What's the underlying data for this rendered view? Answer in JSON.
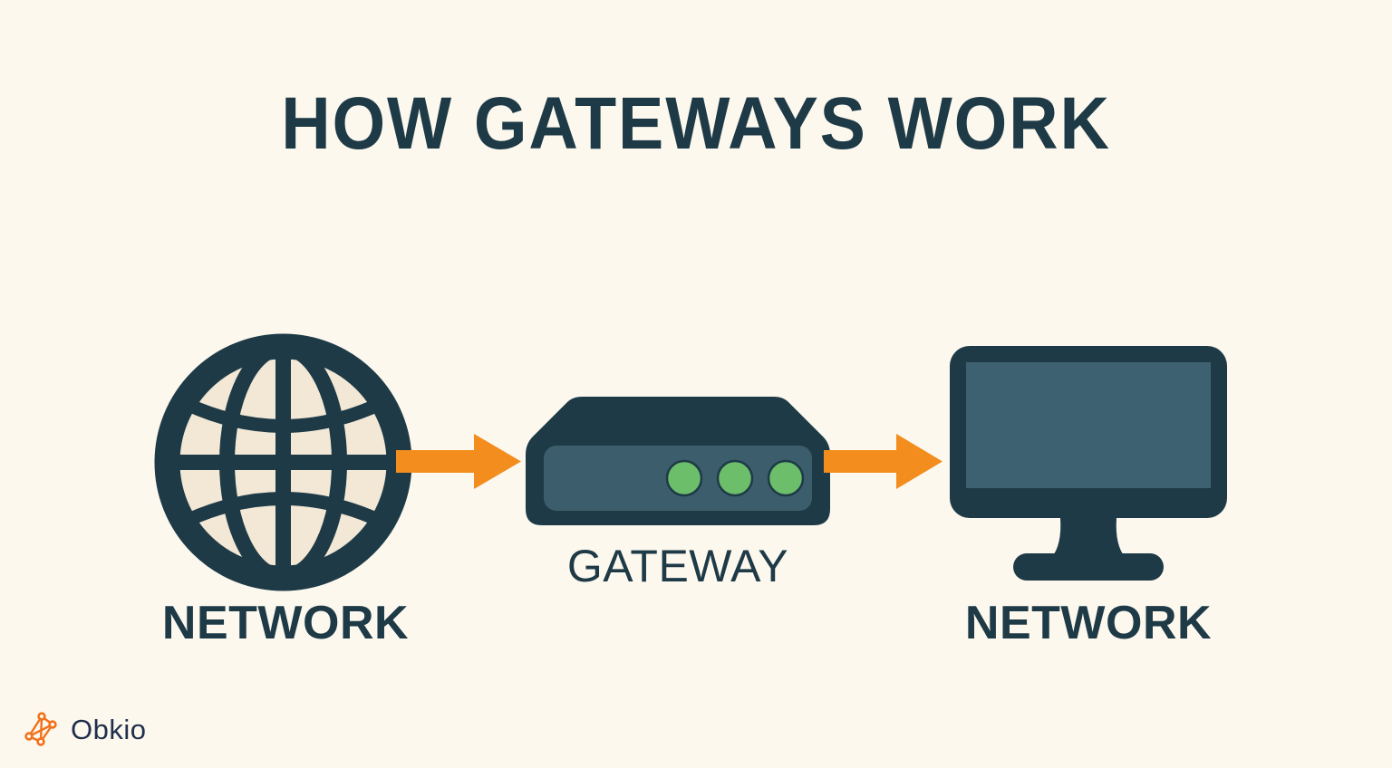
{
  "page": {
    "title": "HOW GATEWAYS WORK",
    "background_color": "#FCF8EE"
  },
  "colors": {
    "background": "#FCF8EE",
    "dark_slate": "#1E3A47",
    "panel_slate": "#3C5E6C",
    "screen_slate": "#3E6171",
    "globe_fill": "#F2E8D5",
    "accent_orange": "#F28D1E",
    "led_green": "#6DBE6B",
    "logo_text": "#20304C"
  },
  "diagram": {
    "type": "flow",
    "nodes": [
      {
        "id": "network-left",
        "icon": "globe-icon",
        "label": "NETWORK"
      },
      {
        "id": "gateway",
        "icon": "gateway-device-icon",
        "label": "GATEWAY",
        "led_count": 3,
        "led_color": "#6DBE6B"
      },
      {
        "id": "network-right",
        "icon": "monitor-icon",
        "label": "NETWORK"
      }
    ],
    "connectors": [
      {
        "id": "arrow-left",
        "from": "network-left",
        "to": "gateway",
        "direction": "right",
        "color": "#F28D1E"
      },
      {
        "id": "arrow-right",
        "from": "gateway",
        "to": "network-right",
        "direction": "right",
        "color": "#F28D1E"
      }
    ]
  },
  "logo": {
    "wordmark": "Obkio",
    "mark": "node-graph-icon",
    "mark_color": "#F2711C"
  }
}
